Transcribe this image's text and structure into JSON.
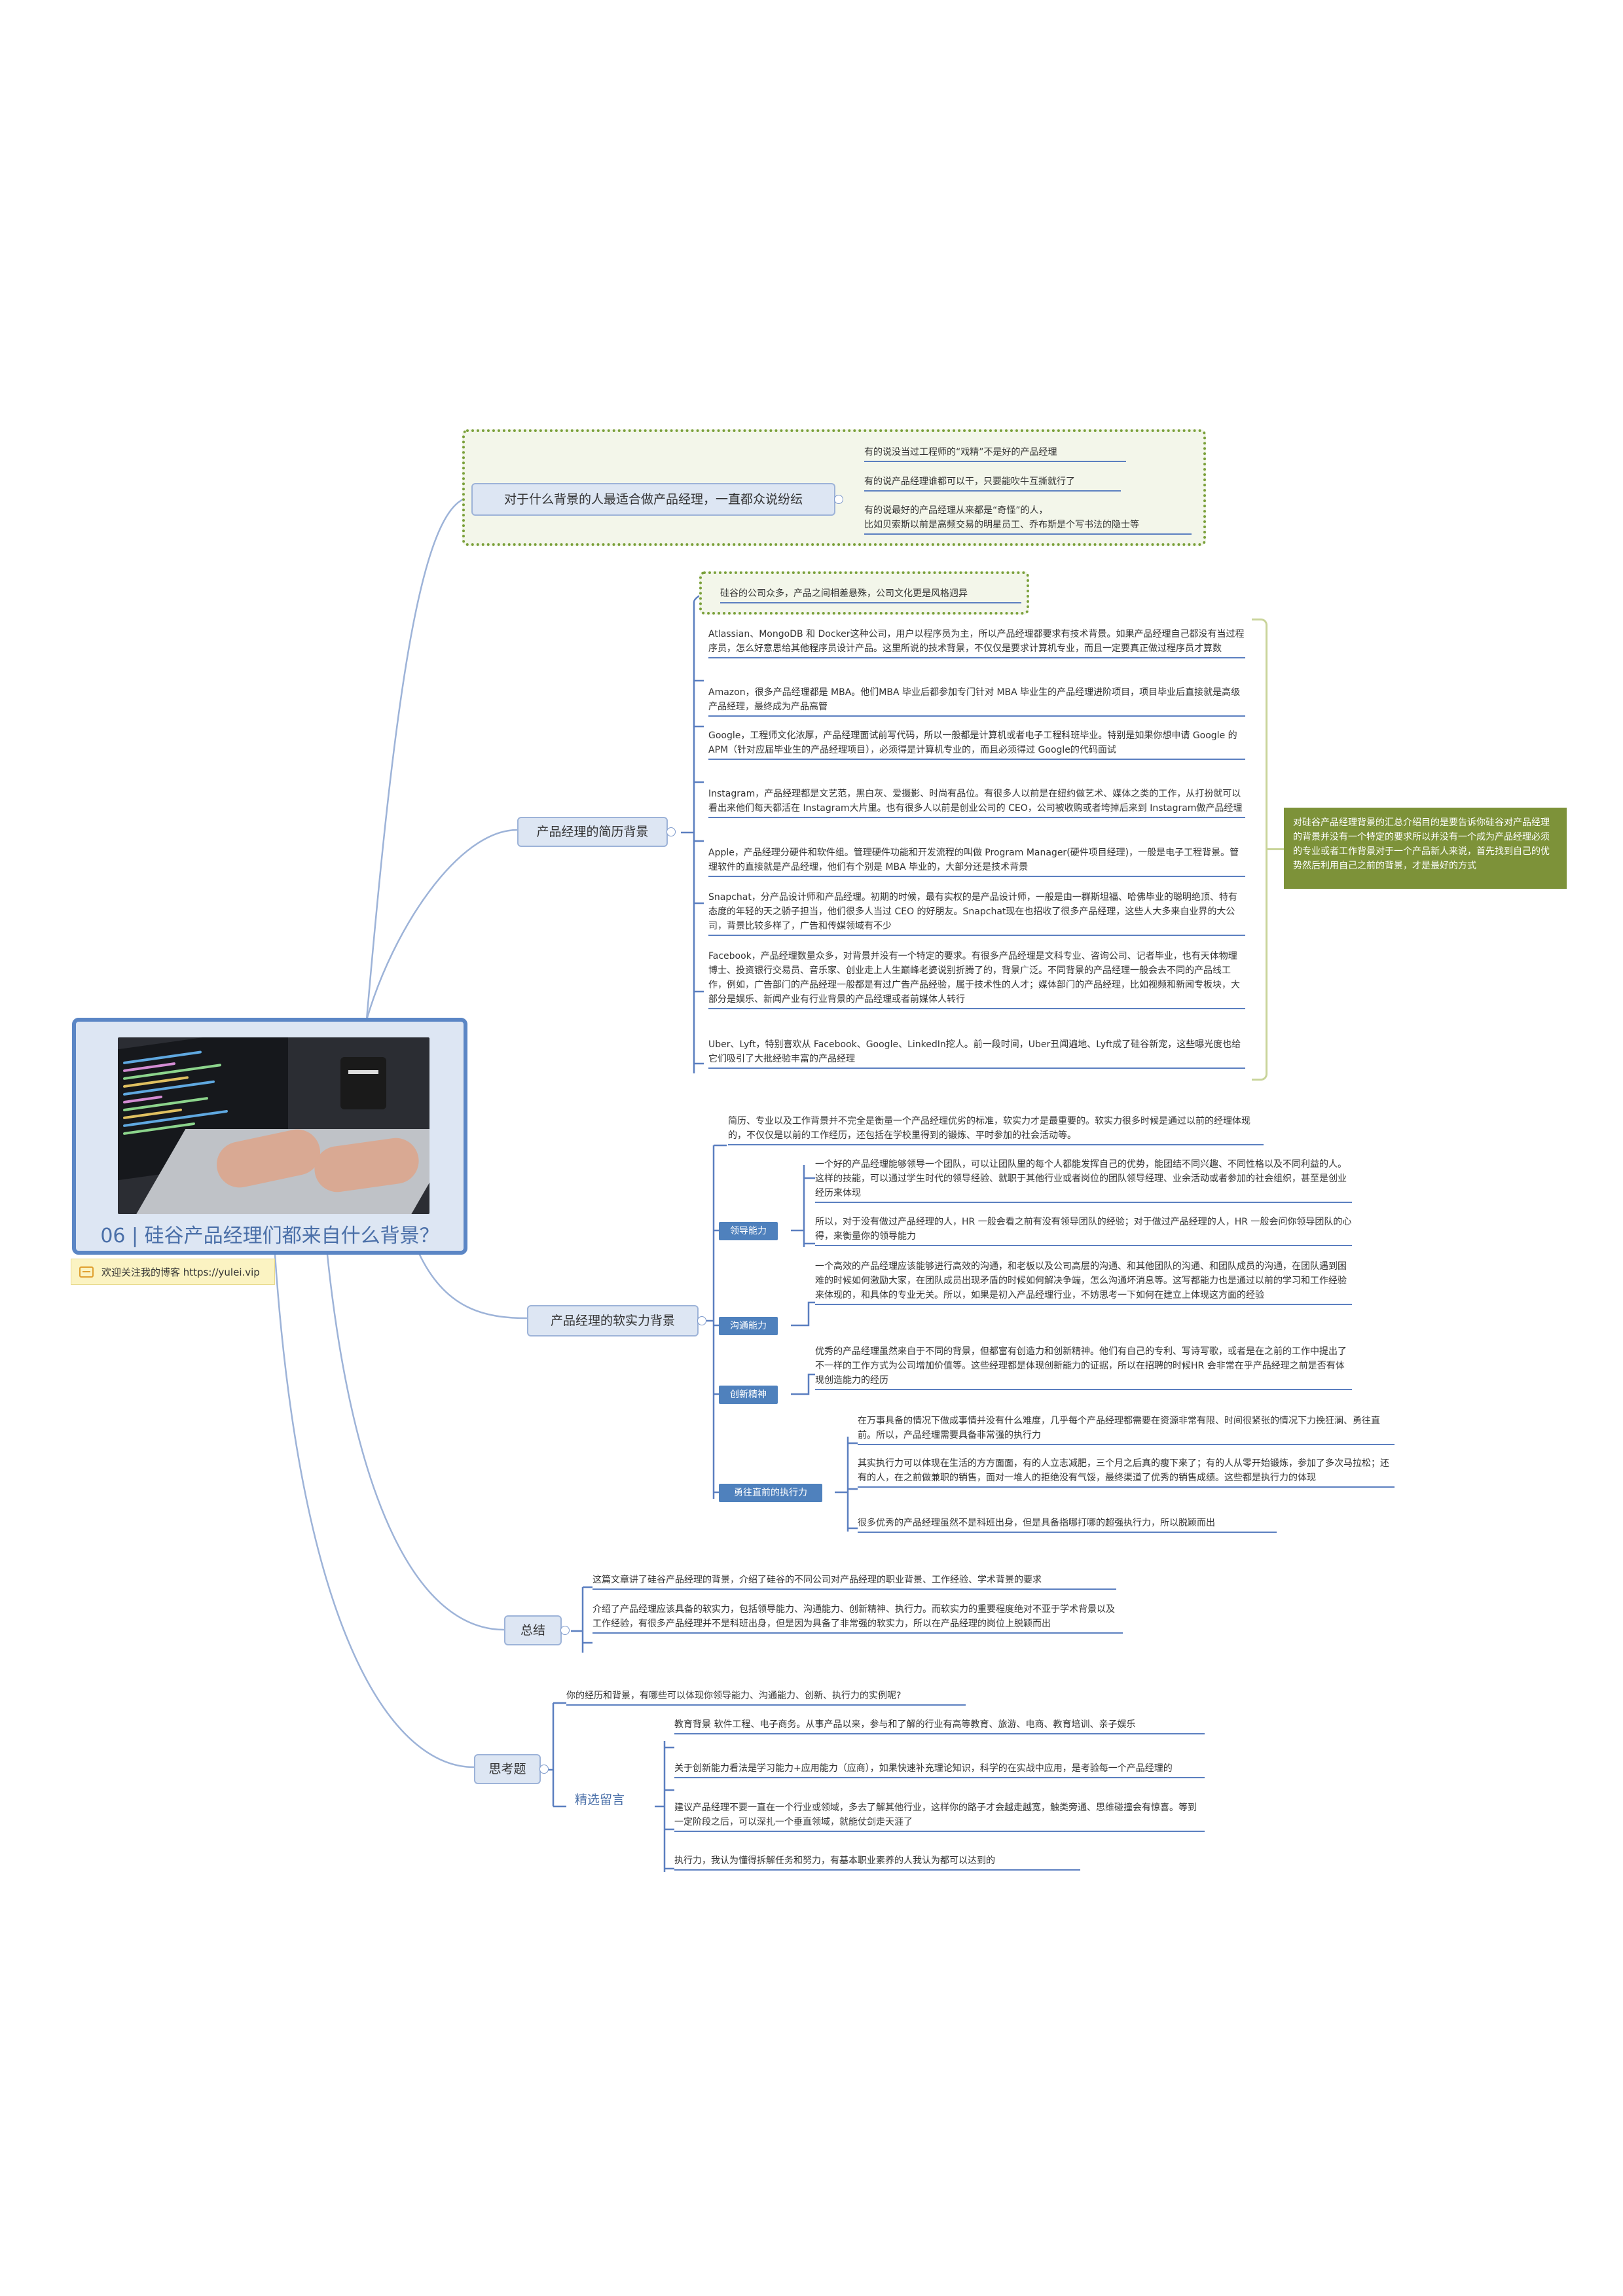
{
  "root": {
    "title": "06 | 硅谷产品经理们都来自什么背景？",
    "image": "laptop-coding-photo"
  },
  "note": {
    "text": "欢迎关注我的博客 https://yulei.vip",
    "icon": "note-icon"
  },
  "colors": {
    "branch_fill": "#dde6f3",
    "branch_border": "#9db3d8",
    "tag_fill": "#4f81bd",
    "line": "#5b7fc0",
    "summary_fill": "#7d9239",
    "dotted_border": "#7aa03a"
  },
  "branches": {
    "b1": {
      "label": "对于什么背景的人最适合做产品经理，一直都众说纷纭",
      "leaves": [
        "有的说没当过工程师的“戏精”不是好的产品经理",
        "有的说产品经理谁都可以干，只要能吹牛互撕就行了",
        "有的说最好的产品经理从来都是“奇怪”的人，",
        "比如贝索斯以前是高频交易的明星员工、乔布斯是个写书法的隐士等"
      ]
    },
    "b2": {
      "label": "产品经理的简历背景",
      "intro": "硅谷的公司众多，产品之间相差悬殊，公司文化更是风格迥异",
      "leaves": [
        "Atlassian、MongoDB 和 Docker这种公司，用户以程序员为主，所以产品经理都要求有技术背景。如果产品经理自己都没有当过程序员，怎么好意思给其他程序员设计产品。这里所说的技术背景，不仅仅是要求计算机专业，而且一定要真正做过程序员才算数",
        "Amazon，很多产品经理都是 MBA。他们MBA 毕业后都参加专门针对 MBA 毕业生的产品经理进阶项目，项目毕业后直接就是高级产品经理，最终成为产品高管",
        "Google，工程师文化浓厚，产品经理面试前写代码，所以一般都是计算机或者电子工程科班毕业。特别是如果你想申请 Google 的 APM（针对应届毕业生的产品经理项目），必须得是计算机专业的，而且必须得过 Google的代码面试",
        "Instagram，产品经理都是文艺范，黑白灰、爱摄影、时尚有品位。有很多人以前是在纽约做艺术、媒体之类的工作，从打扮就可以看出来他们每天都活在 Instagram大片里。也有很多人以前是创业公司的 CEO，公司被收购或者垮掉后来到 Instagram做产品经理",
        "Apple，产品经理分硬件和软件组。管理硬件功能和开发流程的叫做 Program Manager(硬件项目经理)，一般是电子工程背景。管理软件的直接就是产品经理，他们有个别是 MBA 毕业的，大部分还是技术背景",
        "Snapchat，分产品设计师和产品经理。初期的时候，最有实权的是产品设计师，一般是由一群斯坦福、哈佛毕业的聪明绝顶、特有态度的年轻的天之骄子担当，他们很多人当过 CEO 的好朋友。Snapchat现在也招收了很多产品经理，这些人大多来自业界的大公司，背景比较多样了，广告和传媒领域有不少",
        "Facebook，产品经理数量众多，对背景并没有一个特定的要求。有很多产品经理是文科专业、咨询公司、记者毕业，也有天体物理博士、投资银行交易员、音乐家、创业走上人生巅峰老婆说别折腾了的，背景广泛。不同背景的产品经理一般会去不同的产品线工作，例如，广告部门的产品经理一般都是有过广告产品经验，属于技术性的人才；媒体部门的产品经理，比如视频和新闻专板块，大部分是娱乐、新闻产业有行业背景的产品经理或者前媒体人转行",
        "Uber、Lyft，特别喜欢从 Facebook、Google、LinkedIn挖人。前一段时间，Uber丑闻遍地、Lyft成了硅谷新宠，这些曝光度也给它们吸引了大批经验丰富的产品经理"
      ],
      "summary": "对硅谷产品经理背景的汇总介绍目的是要告诉你硅谷对产品经理的背景并没有一个特定的要求所以并没有一个成为产品经理必须的专业或者工作背景对于一个产品新人来说，首先找到自己的优势然后利用自己之前的背景，才是最好的方式"
    },
    "b3": {
      "label": "产品经理的软实力背景",
      "intro": "简历、专业以及工作背景并不完全是衡量一个产品经理优劣的标准，软实力才是最重要的。软实力很多时候是通过以前的经理体现的，不仅仅是以前的工作经历，还包括在学校里得到的锻炼、平时参加的社会活动等。",
      "groups": [
        {
          "tag": "领导能力",
          "leaves": [
            "一个好的产品经理能够领导一个团队，可以让团队里的每个人都能发挥自己的优势，能团结不同兴趣、不同性格以及不同利益的人。这样的技能，可以通过学生时代的领导经验、就职于其他行业或者岗位的团队领导经理、业余活动或者参加的社会组织，甚至是创业经历来体现",
            "所以，对于没有做过产品经理的人，HR 一般会看之前有没有领导团队的经验；对于做过产品经理的人，HR 一般会问你领导团队的心得，来衡量你的领导能力"
          ]
        },
        {
          "tag": "沟通能力",
          "leaves": [
            "一个高效的产品经理应该能够进行高效的沟通，和老板以及公司高层的沟通、和其他团队的沟通、和团队成员的沟通，在团队遇到困难的时候如何激励大家，在团队成员出现矛盾的时候如何解决争端，怎么沟通坏消息等。这写都能力也是通过以前的学习和工作经验来体现的，和具体的专业无关。所以，如果是初入产品经理行业，不妨思考一下如何在建立上体现这方面的经验"
          ]
        },
        {
          "tag": "创新精神",
          "leaves": [
            "优秀的产品经理虽然来自于不同的背景，但都富有创造力和创新精神。他们有自己的专利、写诗写歌，或者是在之前的工作中提出了不一样的工作方式为公司增加价值等。这些经理都是体现创新能力的证据，所以在招聘的时候HR 会非常在乎产品经理之前是否有体现创造能力的经历"
          ]
        },
        {
          "tag": "勇往直前的执行力",
          "leaves": [
            "在万事具备的情况下做成事情并没有什么难度，几乎每个产品经理都需要在资源非常有限、时间很紧张的情况下力挽狂澜、勇往直前。所以，产品经理需要具备非常强的执行力",
            "其实执行力可以体现在生活的方方面面，有的人立志减肥，三个月之后真的瘦下来了；有的人从零开始锻炼，参加了多次马拉松；还有的人，在之前做兼职的销售，面对一堆人的拒绝没有气馁，最终渠道了优秀的销售成绩。这些都是执行力的体现",
            "很多优秀的产品经理虽然不是科班出身，但是具备指哪打哪的超强执行力，所以脱颖而出"
          ]
        }
      ]
    },
    "b4": {
      "label": "总结",
      "leaves": [
        "这篇文章讲了硅谷产品经理的背景，介绍了硅谷的不同公司对产品经理的职业背景、工作经验、学术背景的要求",
        "介绍了产品经理应该具备的软实力，包括领导能力、沟通能力、创新精神、执行力。而软实力的重要程度绝对不亚于学术背景以及工作经验，有很多产品经理并不是科班出身，但是因为具备了非常强的软实力，所以在产品经理的岗位上脱颖而出"
      ]
    },
    "b5": {
      "label": "思考题",
      "question": "你的经历和背景，有哪些可以体现你领导能力、沟通能力、创新、执行力的实例呢?",
      "sub_label": "精选留言",
      "leaves": [
        "教育背景 软件工程、电子商务。从事产品以来，参与和了解的行业有高等教育、旅游、电商、教育培训、亲子娱乐",
        "关于创新能力看法是学习能力+应用能力（应商），如果快速补充理论知识，科学的在实战中应用，是考验每一个产品经理的",
        "建议产品经理不要一直在一个行业或领域，多去了解其他行业，这样你的路子才会越走越宽，触类旁通、思维碰撞会有惊喜。等到一定阶段之后，可以深扎一个垂直领域，就能仗剑走天涯了",
        "执行力，我认为懂得拆解任务和努力，有基本职业素养的人我认为都可以达到的"
      ]
    }
  }
}
